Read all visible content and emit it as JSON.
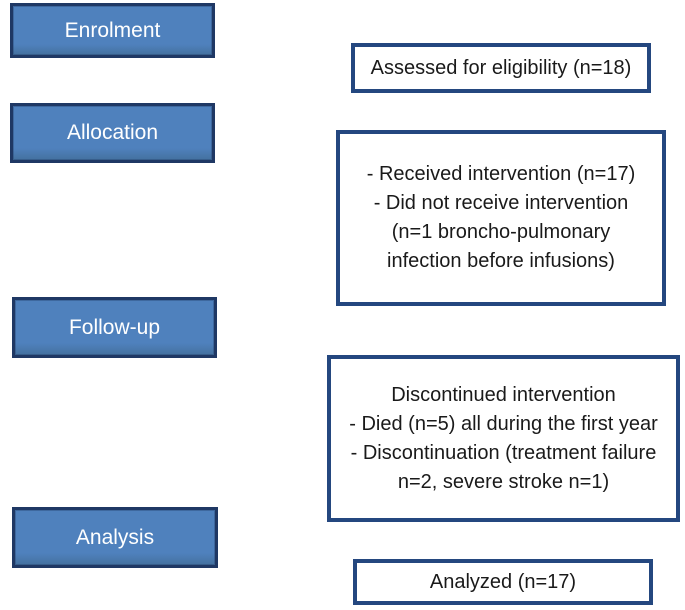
{
  "colors": {
    "stage_fill": "#4f81bd",
    "stage_fill_dark": "#44719f",
    "stage_border": "#1f3864",
    "stage_text": "#ffffff",
    "content_border": "#24477f",
    "content_text": "#1a1a1a",
    "page_bg": "#ffffff"
  },
  "diagram": {
    "type": "consort-flow",
    "stages": [
      {
        "label": "Enrolment"
      },
      {
        "label": "Allocation"
      },
      {
        "label": "Follow-up"
      },
      {
        "label": "Analysis"
      }
    ],
    "boxes": [
      {
        "name": "eligibility",
        "lines": [
          "Assessed for eligibility (n=18)"
        ]
      },
      {
        "name": "allocation",
        "lines": [
          "- Received intervention (n=17)",
          "- Did not receive intervention",
          "(n=1 broncho-pulmonary",
          "infection before infusions)"
        ]
      },
      {
        "name": "followup",
        "lines": [
          "Discontinued intervention",
          "- Died (n=5) all during the first year",
          "- Discontinuation (treatment failure",
          "n=2, severe stroke n=1)"
        ]
      },
      {
        "name": "analyzed",
        "lines": [
          "Analyzed (n=17)"
        ]
      }
    ]
  }
}
